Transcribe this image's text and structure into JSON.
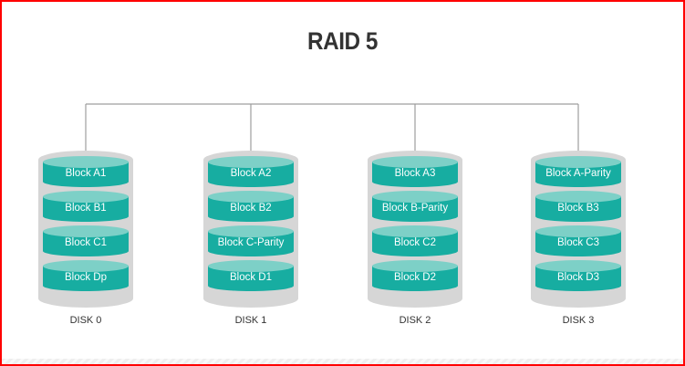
{
  "title": "RAID 5",
  "colors": {
    "block_fill": "#17ada1",
    "block_top": "#7dd0c7",
    "container": "#d6d6d6",
    "connector": "#9e9e9e",
    "title_text": "#333333",
    "frame": "#ff0000"
  },
  "disks": [
    {
      "label": "DISK 0",
      "blocks": [
        "Block A1",
        "Block B1",
        "Block C1",
        "Block Dp"
      ]
    },
    {
      "label": "DISK 1",
      "blocks": [
        "Block A2",
        "Block B2",
        "Block C-Parity",
        "Block D1"
      ]
    },
    {
      "label": "DISK 2",
      "blocks": [
        "Block A3",
        "Block B-Parity",
        "Block C2",
        "Block D2"
      ]
    },
    {
      "label": "DISK 3",
      "blocks": [
        "Block A-Parity",
        "Block B3",
        "Block C3",
        "Block D3"
      ]
    }
  ]
}
